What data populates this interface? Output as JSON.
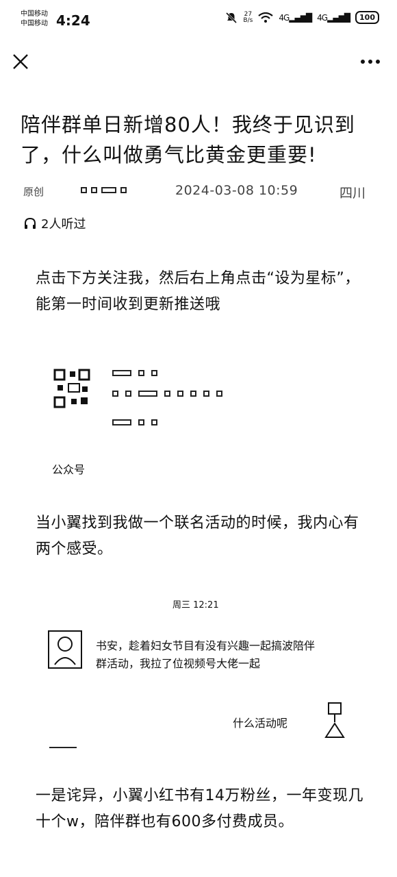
{
  "status_bar": {
    "carrier1": "中国移动",
    "carrier2": "中国移动",
    "time": "4:24",
    "net_speed_value": "27",
    "net_speed_unit": "B/s",
    "sig1_label": "4G",
    "sig2_label": "4G",
    "battery": "100"
  },
  "article": {
    "title": "陪伴群单日新增80人！我终于见识到了，什么叫做勇气比黄金更重要!",
    "original_label": "原创",
    "date": "2024-03-08 10:59",
    "region": "四川",
    "listens": "2人听过",
    "para1": "点击下方关注我，然后右上角点击“设为星标”，能第一时间收到更新推送哦",
    "account_type": "公众号",
    "para2": "当小翼找到我做一个联名活动的时候，我内心有两个感受。",
    "para3": "一是诧异，小翼小红书有14万粉丝，一年变现几十个w，陪伴群也有600多付费成员。"
  },
  "chat": {
    "time": "周三 12:21",
    "msg_left": "书安，趁着妇女节目有没有兴趣一起搞波陪伴群活动，我拉了位视频号大佬一起",
    "msg_right": "什么活动呢"
  },
  "icons": {
    "close": "close-icon",
    "more": "more-icon",
    "headphones": "headphones-icon",
    "mute": "mute-icon",
    "wifi": "wifi-icon"
  }
}
